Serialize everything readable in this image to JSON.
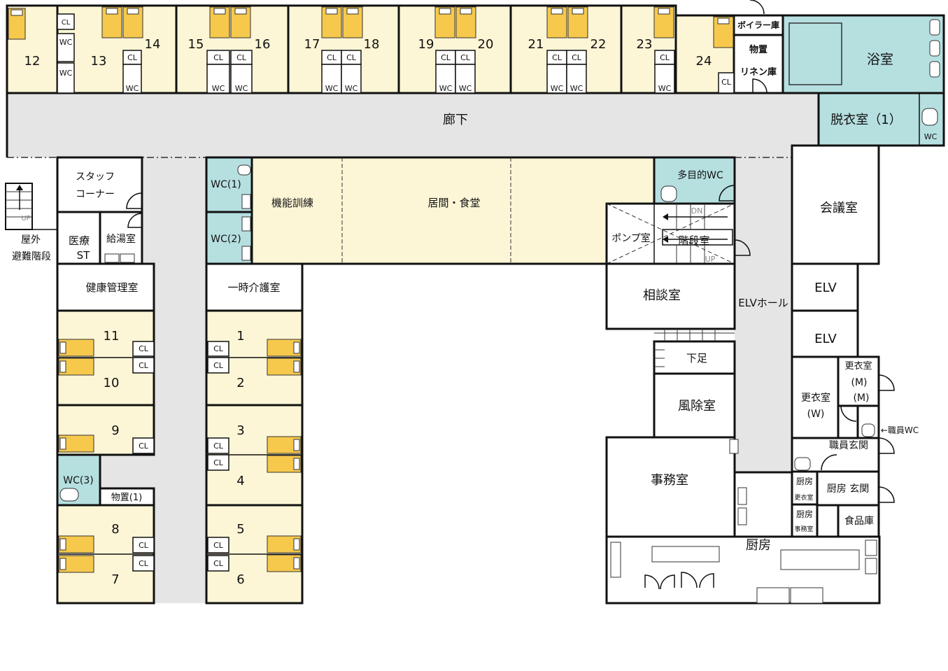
{
  "colors": {
    "room": "#fdf6d6",
    "wet": "#b6dfe0",
    "corridor": "#e5e5e5",
    "bed": "#f6c84c"
  },
  "labels": {
    "corridor": "廊下",
    "bath": "浴室",
    "dressing": "脱衣室（1）",
    "boiler": "ボイラー庫",
    "storage": "物置",
    "linen": "リネン庫",
    "staff": "スタッフ",
    "corner": "コーナー",
    "med1": "医療",
    "med2": "ST",
    "hotwater": "給湯室",
    "outdoor1": "屋外",
    "outdoor2": "避難階段",
    "health": "健康管理室",
    "wc1": "WC(1)",
    "wc2": "WC(2)",
    "wc3": "WC(3)",
    "training": "機能訓練",
    "living": "居間・食堂",
    "multiwc": "多目的WC",
    "pump": "ポンプ室",
    "stairs": "階段室",
    "dn": "DN",
    "up": "UP",
    "meeting": "会議室",
    "elv": "ELV",
    "elvhall": "ELVホール",
    "consult": "相談室",
    "shoes": "下足",
    "windbreak": "風除室",
    "office": "事務室",
    "kitchen": "厨房",
    "respite": "一時介護室",
    "storage1": "物置(1)",
    "locker_w1": "更衣室",
    "locker_w2": "(W)",
    "locker_m1": "更衣室",
    "locker_m2": "(M)",
    "locker_m3": "(M)",
    "staffwc": "←職員WC",
    "staffentrance": "職員玄関",
    "k1": "厨房",
    "klocker": "更衣室",
    "k2": "厨房",
    "koffice": "事務室",
    "kentrance": "厨房 玄関",
    "pantry": "食品庫",
    "cl": "CL",
    "wc": "WC"
  },
  "rooms": [
    "12",
    "13",
    "14",
    "15",
    "16",
    "17",
    "18",
    "19",
    "20",
    "21",
    "22",
    "23",
    "24",
    "11",
    "10",
    "9",
    "8",
    "7",
    "1",
    "2",
    "3",
    "4",
    "5",
    "6"
  ]
}
